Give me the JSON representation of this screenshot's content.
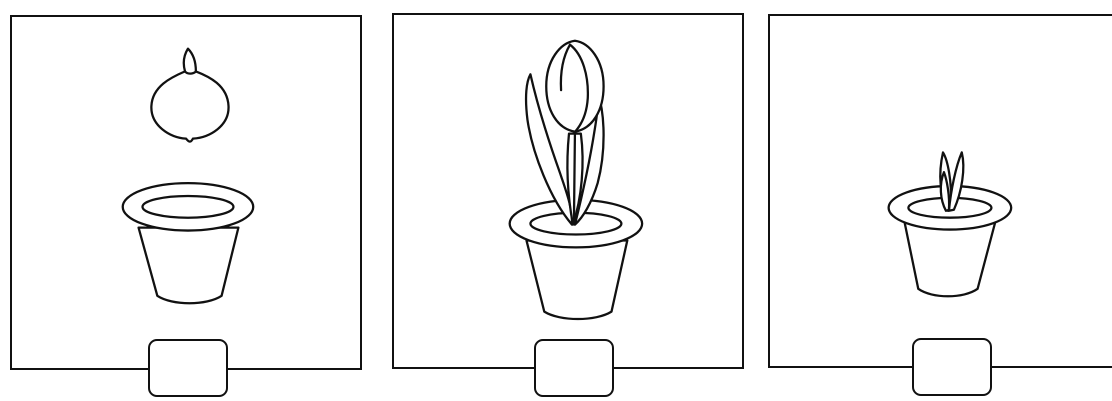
{
  "panels": [
    {
      "stage": "bulb-above-empty-pot",
      "label": ""
    },
    {
      "stage": "tulip-in-bloom",
      "label": ""
    },
    {
      "stage": "sprout-in-pot",
      "label": ""
    }
  ],
  "colors": {
    "line": "#111111",
    "fill": "#ffffff",
    "background": "#ffffff"
  }
}
